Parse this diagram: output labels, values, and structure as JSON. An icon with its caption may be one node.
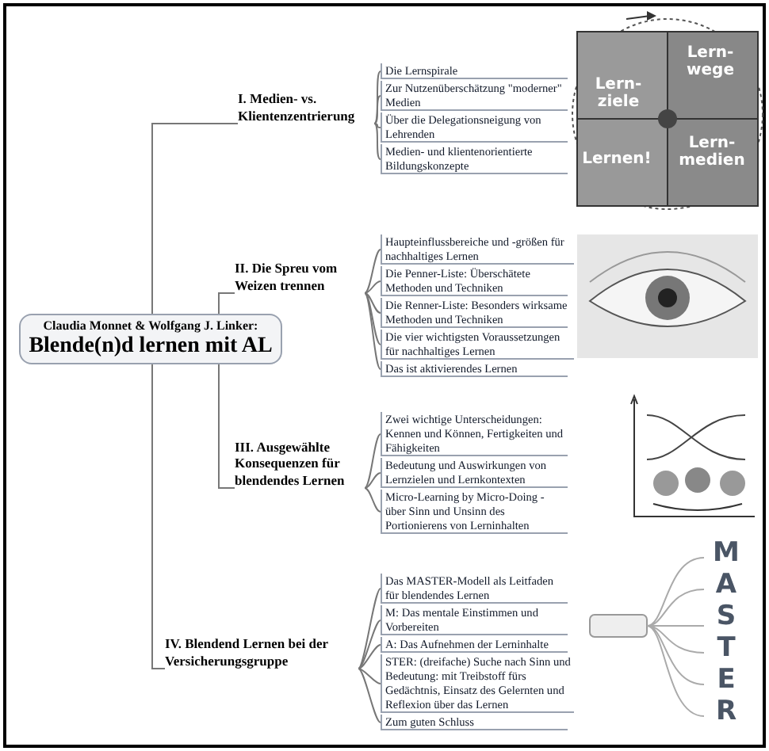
{
  "diagram": {
    "nodes": [
      {
        "text": [
          "Claudia Monnet & Wolfgang J. Linker:",
          "Blende(n)d lernen mit AL"
        ]
      },
      {
        "text": [
          "I. Medien- vs. Klientenzentrierung"
        ]
      },
      {
        "text": [
          "Die Lernspirale"
        ]
      },
      {
        "text": [
          "Zur Nutzenüberschätzung \"moderner\" Medien"
        ]
      },
      {
        "text": [
          "Über die Delegationsneigung von Lehrenden"
        ]
      },
      {
        "text": [
          "Medien- und klientenorientierte Bildungskonzepte"
        ]
      },
      {
        "text": [
          "II. Die Spreu vom Weizen trennen"
        ]
      },
      {
        "text": [
          "Haupteinflussbereiche und -größen für nachhaltiges Lernen"
        ]
      },
      {
        "text": [
          "Die Penner-Liste: Überschätete Methoden und Techniken"
        ]
      },
      {
        "text": [
          "Die Renner-Liste: Besonders wirksame Methoden und Techniken"
        ]
      },
      {
        "text": [
          "Die vier wichtigsten Voraussetzungen für nachhaltiges Lernen"
        ]
      },
      {
        "text": [
          "Das ist aktivierendes Lernen"
        ]
      },
      {
        "text": [
          "III. Ausgewählte Konsequenzen für blendendes Lernen"
        ]
      },
      {
        "text": [
          "Zwei wichtige Unterscheidungen: Kennen und Können, Fertigkeiten und Fähigkeiten"
        ]
      },
      {
        "text": [
          "Bedeutung und Auswirkungen von Lernzielen und Lernkontexten"
        ]
      },
      {
        "text": [
          "Micro-Learning by Micro-Doing - über Sinn und Unsinn des Portionierens von Lerninhalten"
        ]
      },
      {
        "text": [
          "IV. Blendend Lernen bei der Versicherungsgruppe"
        ]
      },
      {
        "text": [
          "Das MASTER-Modell als Leitfaden für blendendes Lernen"
        ]
      },
      {
        "text": [
          "M: Das mentale Einstimmen und Vorbereiten"
        ]
      },
      {
        "text": [
          "A: Das Aufnehmen der Lerninhalte"
        ]
      },
      {
        "text": [
          "STER: (dreifache) Suche nach Sinn und Bedeutung: mit Treibstoff fürs Gedächtnis, Einsatz des Gelernten und Reflexion über das Lernen"
        ]
      },
      {
        "text": [
          "Zum guten Schluss"
        ]
      }
    ],
    "edges": [
      {
        "from": 0,
        "to": 1,
        "arrow": "none"
      },
      {
        "from": 1,
        "to": 2,
        "arrow": "none"
      },
      {
        "from": 1,
        "to": 3,
        "arrow": "none"
      },
      {
        "from": 1,
        "to": 4,
        "arrow": "none"
      },
      {
        "from": 1,
        "to": 5,
        "arrow": "none"
      },
      {
        "from": 0,
        "to": 6,
        "arrow": "none"
      },
      {
        "from": 6,
        "to": 7,
        "arrow": "none"
      },
      {
        "from": 6,
        "to": 8,
        "arrow": "none"
      },
      {
        "from": 6,
        "to": 9,
        "arrow": "none"
      },
      {
        "from": 6,
        "to": 10,
        "arrow": "none"
      },
      {
        "from": 6,
        "to": 11,
        "arrow": "none"
      },
      {
        "from": 0,
        "to": 12,
        "arrow": "none"
      },
      {
        "from": 12,
        "to": 13,
        "arrow": "none"
      },
      {
        "from": 12,
        "to": 14,
        "arrow": "none"
      },
      {
        "from": 12,
        "to": 15,
        "arrow": "none"
      },
      {
        "from": 0,
        "to": 16,
        "arrow": "none"
      },
      {
        "from": 16,
        "to": 17,
        "arrow": "none"
      },
      {
        "from": 16,
        "to": 18,
        "arrow": "none"
      },
      {
        "from": 16,
        "to": 19,
        "arrow": "none"
      },
      {
        "from": 16,
        "to": 20,
        "arrow": "none"
      },
      {
        "from": 16,
        "to": 21,
        "arrow": "none"
      }
    ],
    "labels": [
      "Lern-ziele",
      "Lern-wege",
      "Lernen!",
      "Lern-medien",
      "M",
      "A",
      "S",
      "T",
      "E",
      "R"
    ]
  }
}
